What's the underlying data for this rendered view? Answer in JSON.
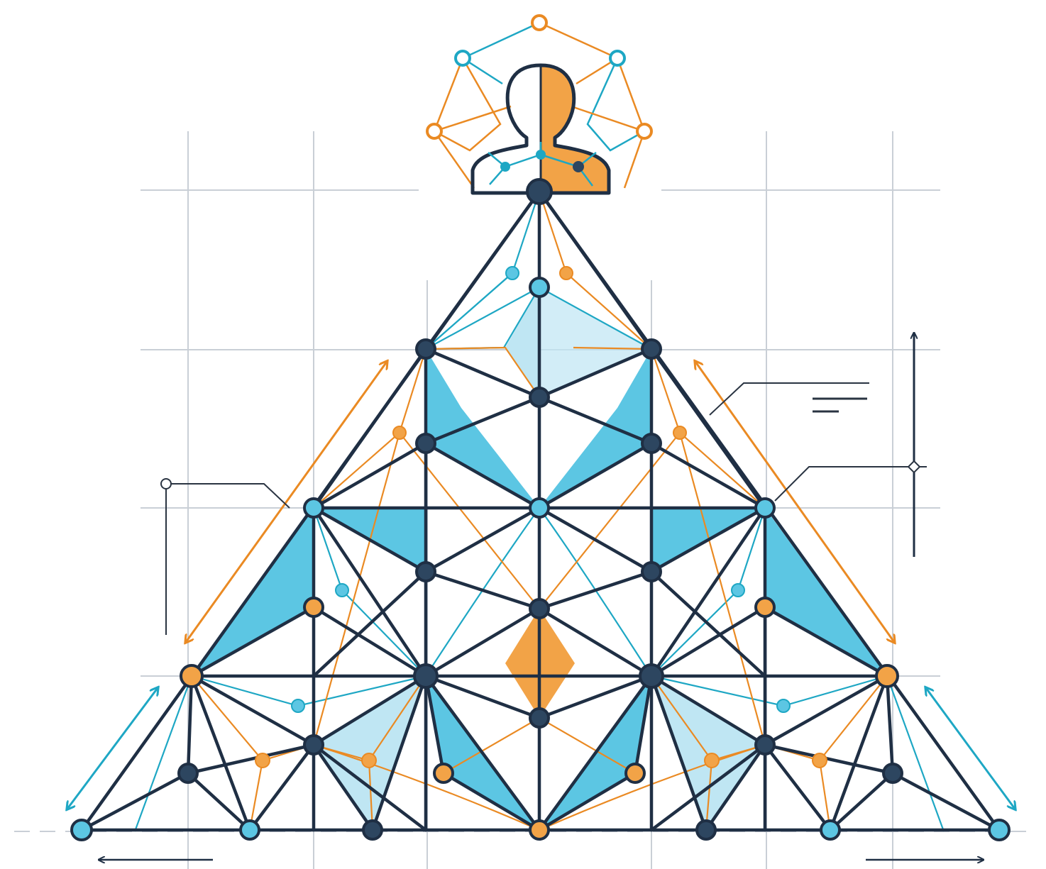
{
  "diagram": {
    "colors": {
      "background": "#ffffff",
      "grid": "#c9cfd6",
      "navy": "#1f2f44",
      "node_navy": "#2d4660",
      "cyan": "#1ea7c4",
      "cyan_fill": "#5cc6e3",
      "cyan_light": "#bfe6f3",
      "orange": "#ea8a23",
      "orange_fill": "#f2a347",
      "callout": "#2a3442"
    },
    "icons": {
      "top": "person-icon",
      "dimension_arrows": "double-arrow-icon",
      "annotations": "callout-marker-icon"
    },
    "nodes": [
      {
        "id": "T",
        "kind": "navy"
      },
      {
        "id": "A1",
        "kind": "cyan"
      },
      {
        "id": "L2",
        "kind": "navy"
      },
      {
        "id": "R2",
        "kind": "navy"
      },
      {
        "id": "C2",
        "kind": "navy"
      },
      {
        "id": "L3a",
        "kind": "navy"
      },
      {
        "id": "R3a",
        "kind": "navy"
      },
      {
        "id": "L4",
        "kind": "cyan"
      },
      {
        "id": "C4",
        "kind": "cyan"
      },
      {
        "id": "R4",
        "kind": "cyan"
      },
      {
        "id": "L5",
        "kind": "navy"
      },
      {
        "id": "R5",
        "kind": "navy"
      },
      {
        "id": "C5",
        "kind": "navy"
      },
      {
        "id": "L5o",
        "kind": "orange"
      },
      {
        "id": "R5o",
        "kind": "orange"
      },
      {
        "id": "L6",
        "kind": "orange"
      },
      {
        "id": "M6L",
        "kind": "navy"
      },
      {
        "id": "M6R",
        "kind": "navy"
      },
      {
        "id": "R6",
        "kind": "orange"
      },
      {
        "id": "C6",
        "kind": "navy"
      },
      {
        "id": "L7",
        "kind": "navy"
      },
      {
        "id": "R7",
        "kind": "navy"
      },
      {
        "id": "L7o",
        "kind": "orange"
      },
      {
        "id": "R7o",
        "kind": "orange"
      },
      {
        "id": "L7b",
        "kind": "navy"
      },
      {
        "id": "R7b",
        "kind": "navy"
      },
      {
        "id": "B1",
        "kind": "cyan"
      },
      {
        "id": "B2",
        "kind": "cyan"
      },
      {
        "id": "B3",
        "kind": "navy"
      },
      {
        "id": "B4",
        "kind": "orange"
      },
      {
        "id": "B5",
        "kind": "navy"
      },
      {
        "id": "B6",
        "kind": "cyan"
      },
      {
        "id": "B7",
        "kind": "cyan"
      }
    ]
  }
}
